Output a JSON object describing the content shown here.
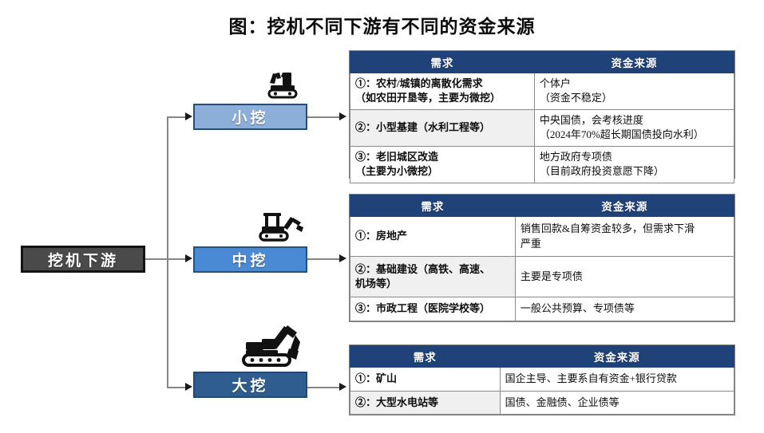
{
  "title": "图：挖机不同下游有不同的资金来源",
  "root": {
    "label": "挖机下游"
  },
  "categories": [
    {
      "id": "small",
      "label": "小挖",
      "icon": "small-excavator-icon",
      "color": "#8cafd9"
    },
    {
      "id": "medium",
      "label": "中挖",
      "icon": "medium-excavator-icon",
      "color": "#4a8ad4"
    },
    {
      "id": "large",
      "label": "大挖",
      "icon": "large-excavator-icon",
      "color": "#2f5d8f"
    }
  ],
  "table_headers": {
    "demand": "需求",
    "source": "资金来源"
  },
  "tables": [
    {
      "id": "small",
      "rows": [
        {
          "demand_line1": "①：农村/城镇的离散化需求",
          "demand_line2": "（如农田开垦等，主要为微挖）",
          "source_line1": "个体户",
          "source_line2": "（资金不稳定）"
        },
        {
          "demand_line1": "②：小型基建（水利工程等）",
          "demand_line2": "",
          "source_line1": "中央国债，会考核进度",
          "source_line2": "（2024年70%超长期国债投向水利）"
        },
        {
          "demand_line1": "③：老旧城区改造",
          "demand_line2": "（主要为小微挖）",
          "source_line1": "地方政府专项债",
          "source_line2": "（目前政府投资意愿下降）"
        }
      ]
    },
    {
      "id": "medium",
      "rows": [
        {
          "demand_line1": "①：房地产",
          "demand_line2": "",
          "source_line1": "销售回款&自筹资金较多，但需求下滑",
          "source_line2": "严重"
        },
        {
          "demand_line1": "②：基础建设（高铁、高速、",
          "demand_line2": "机场等）",
          "source_line1": "主要是专项债",
          "source_line2": ""
        },
        {
          "demand_line1": "③：市政工程（医院学校等）",
          "demand_line2": "",
          "source_line1": "一般公共预算、专项债等",
          "source_line2": ""
        }
      ]
    },
    {
      "id": "large",
      "rows": [
        {
          "demand_line1": "①：矿山",
          "demand_line2": "",
          "source_line1": "国企主导、主要系自有资金+银行贷款",
          "source_line2": ""
        },
        {
          "demand_line1": "②：大型水电站等",
          "demand_line2": "",
          "source_line1": "国债、金融债、企业债等",
          "source_line2": ""
        }
      ]
    }
  ],
  "colors": {
    "header_blue": "#1f4278",
    "root_gray": "#4a4a4a",
    "alt_row": "#f0f0f0",
    "connector": "#868686"
  }
}
